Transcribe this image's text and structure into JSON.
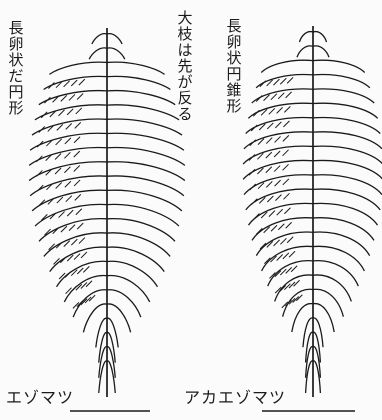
{
  "labels": {
    "left_shape": "長卵状だ円形",
    "middle_note": "大枝は先が反る",
    "right_shape": "長卵状円錐形"
  },
  "captions": {
    "left_tree": "エゾマツ",
    "right_tree": "アカエゾマツ"
  },
  "colors": {
    "ink": "#1a1a1a",
    "background": "#fbfbfb"
  }
}
